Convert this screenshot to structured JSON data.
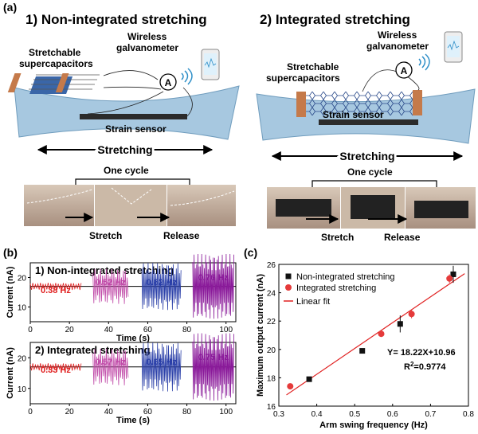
{
  "panel_a": {
    "label": "(a)",
    "left": {
      "title": "1) Non-integrated stretching",
      "supercap_label": "Stretchable supercapacitors",
      "supercap_l1": "Stretchable",
      "supercap_l2": "supercapacitors",
      "galv_l1": "Wireless",
      "galv_l2": "galvanometer",
      "ammeter": "A",
      "strain_sensor": "Strain sensor",
      "stretching": "Stretching",
      "one_cycle": "One cycle",
      "stretch": "Stretch",
      "release": "Release"
    },
    "right": {
      "title": "2) Integrated stretching",
      "supercap_l1": "Stretchable",
      "supercap_l2": "supercapacitors",
      "galv_l1": "Wireless",
      "galv_l2": "galvanometer",
      "ammeter": "A",
      "strain_sensor": "Strain sensor",
      "stretching": "Stretching",
      "one_cycle": "One cycle",
      "stretch": "Stretch",
      "release": "Release"
    }
  },
  "panel_b": {
    "label": "(b)",
    "charts": [
      {
        "title": "1) Non-integrated stretching",
        "ylabel": "Current (nA)",
        "xlabel": "Time (s)",
        "yticks": [
          "20",
          "10"
        ],
        "xticks": [
          "0",
          "20",
          "40",
          "60",
          "80",
          "100"
        ],
        "bursts": [
          {
            "label": "0.38 Hz",
            "color": "#e02020"
          },
          {
            "label": "0.52 Hz",
            "color": "#c04aa8"
          },
          {
            "label": "0.62 Hz",
            "color": "#2a3fa8"
          },
          {
            "label": "0.76 Hz",
            "color": "#8a1a9a"
          }
        ]
      },
      {
        "title": "2) Integrated stretching",
        "ylabel": "Current (nA)",
        "xlabel": "Time (s)",
        "yticks": [
          "20",
          "10"
        ],
        "xticks": [
          "0",
          "20",
          "40",
          "60",
          "80",
          "100"
        ],
        "bursts": [
          {
            "label": "0.33 Hz",
            "color": "#e02020"
          },
          {
            "label": "0.57 Hz",
            "color": "#c04aa8"
          },
          {
            "label": "0.65 Hz",
            "color": "#2a3fa8"
          },
          {
            "label": "0.75 Hz",
            "color": "#8a1a9a"
          }
        ]
      }
    ]
  },
  "panel_c": {
    "label": "(c)"
  },
  "chart_data": {
    "type": "scatter",
    "xlabel": "Arm swing frequency (Hz)",
    "ylabel": "Maximum output current (nA)",
    "xlim": [
      0.3,
      0.8
    ],
    "ylim": [
      16,
      26
    ],
    "xticks": [
      "0.3",
      "0.4",
      "0.5",
      "0.6",
      "0.7",
      "0.8"
    ],
    "yticks": [
      "16",
      "18",
      "20",
      "22",
      "24",
      "26"
    ],
    "legend_position": "top-left",
    "series": [
      {
        "name": "Non-integrated stretching",
        "marker": "square",
        "color": "#111111",
        "x": [
          0.38,
          0.52,
          0.62,
          0.76
        ],
        "y": [
          17.9,
          19.9,
          21.8,
          25.3
        ],
        "yerr": [
          0.15,
          0.1,
          0.6,
          0.6
        ]
      },
      {
        "name": "Integrated stretching",
        "marker": "circle",
        "color": "#e53a3a",
        "x": [
          0.33,
          0.57,
          0.65,
          0.75
        ],
        "y": [
          17.4,
          21.1,
          22.5,
          25.0
        ],
        "yerr": [
          0.1,
          0.1,
          0.3,
          0.3
        ]
      },
      {
        "name": "Linear fit",
        "type": "line",
        "color": "#e02020",
        "x": [
          0.32,
          0.79
        ],
        "y": [
          16.79,
          25.35
        ]
      }
    ],
    "annotations": [
      "Y= 18.22X+10.96",
      "R"
    ],
    "r2_sup": "2",
    "r2_value": "=0.9774"
  }
}
